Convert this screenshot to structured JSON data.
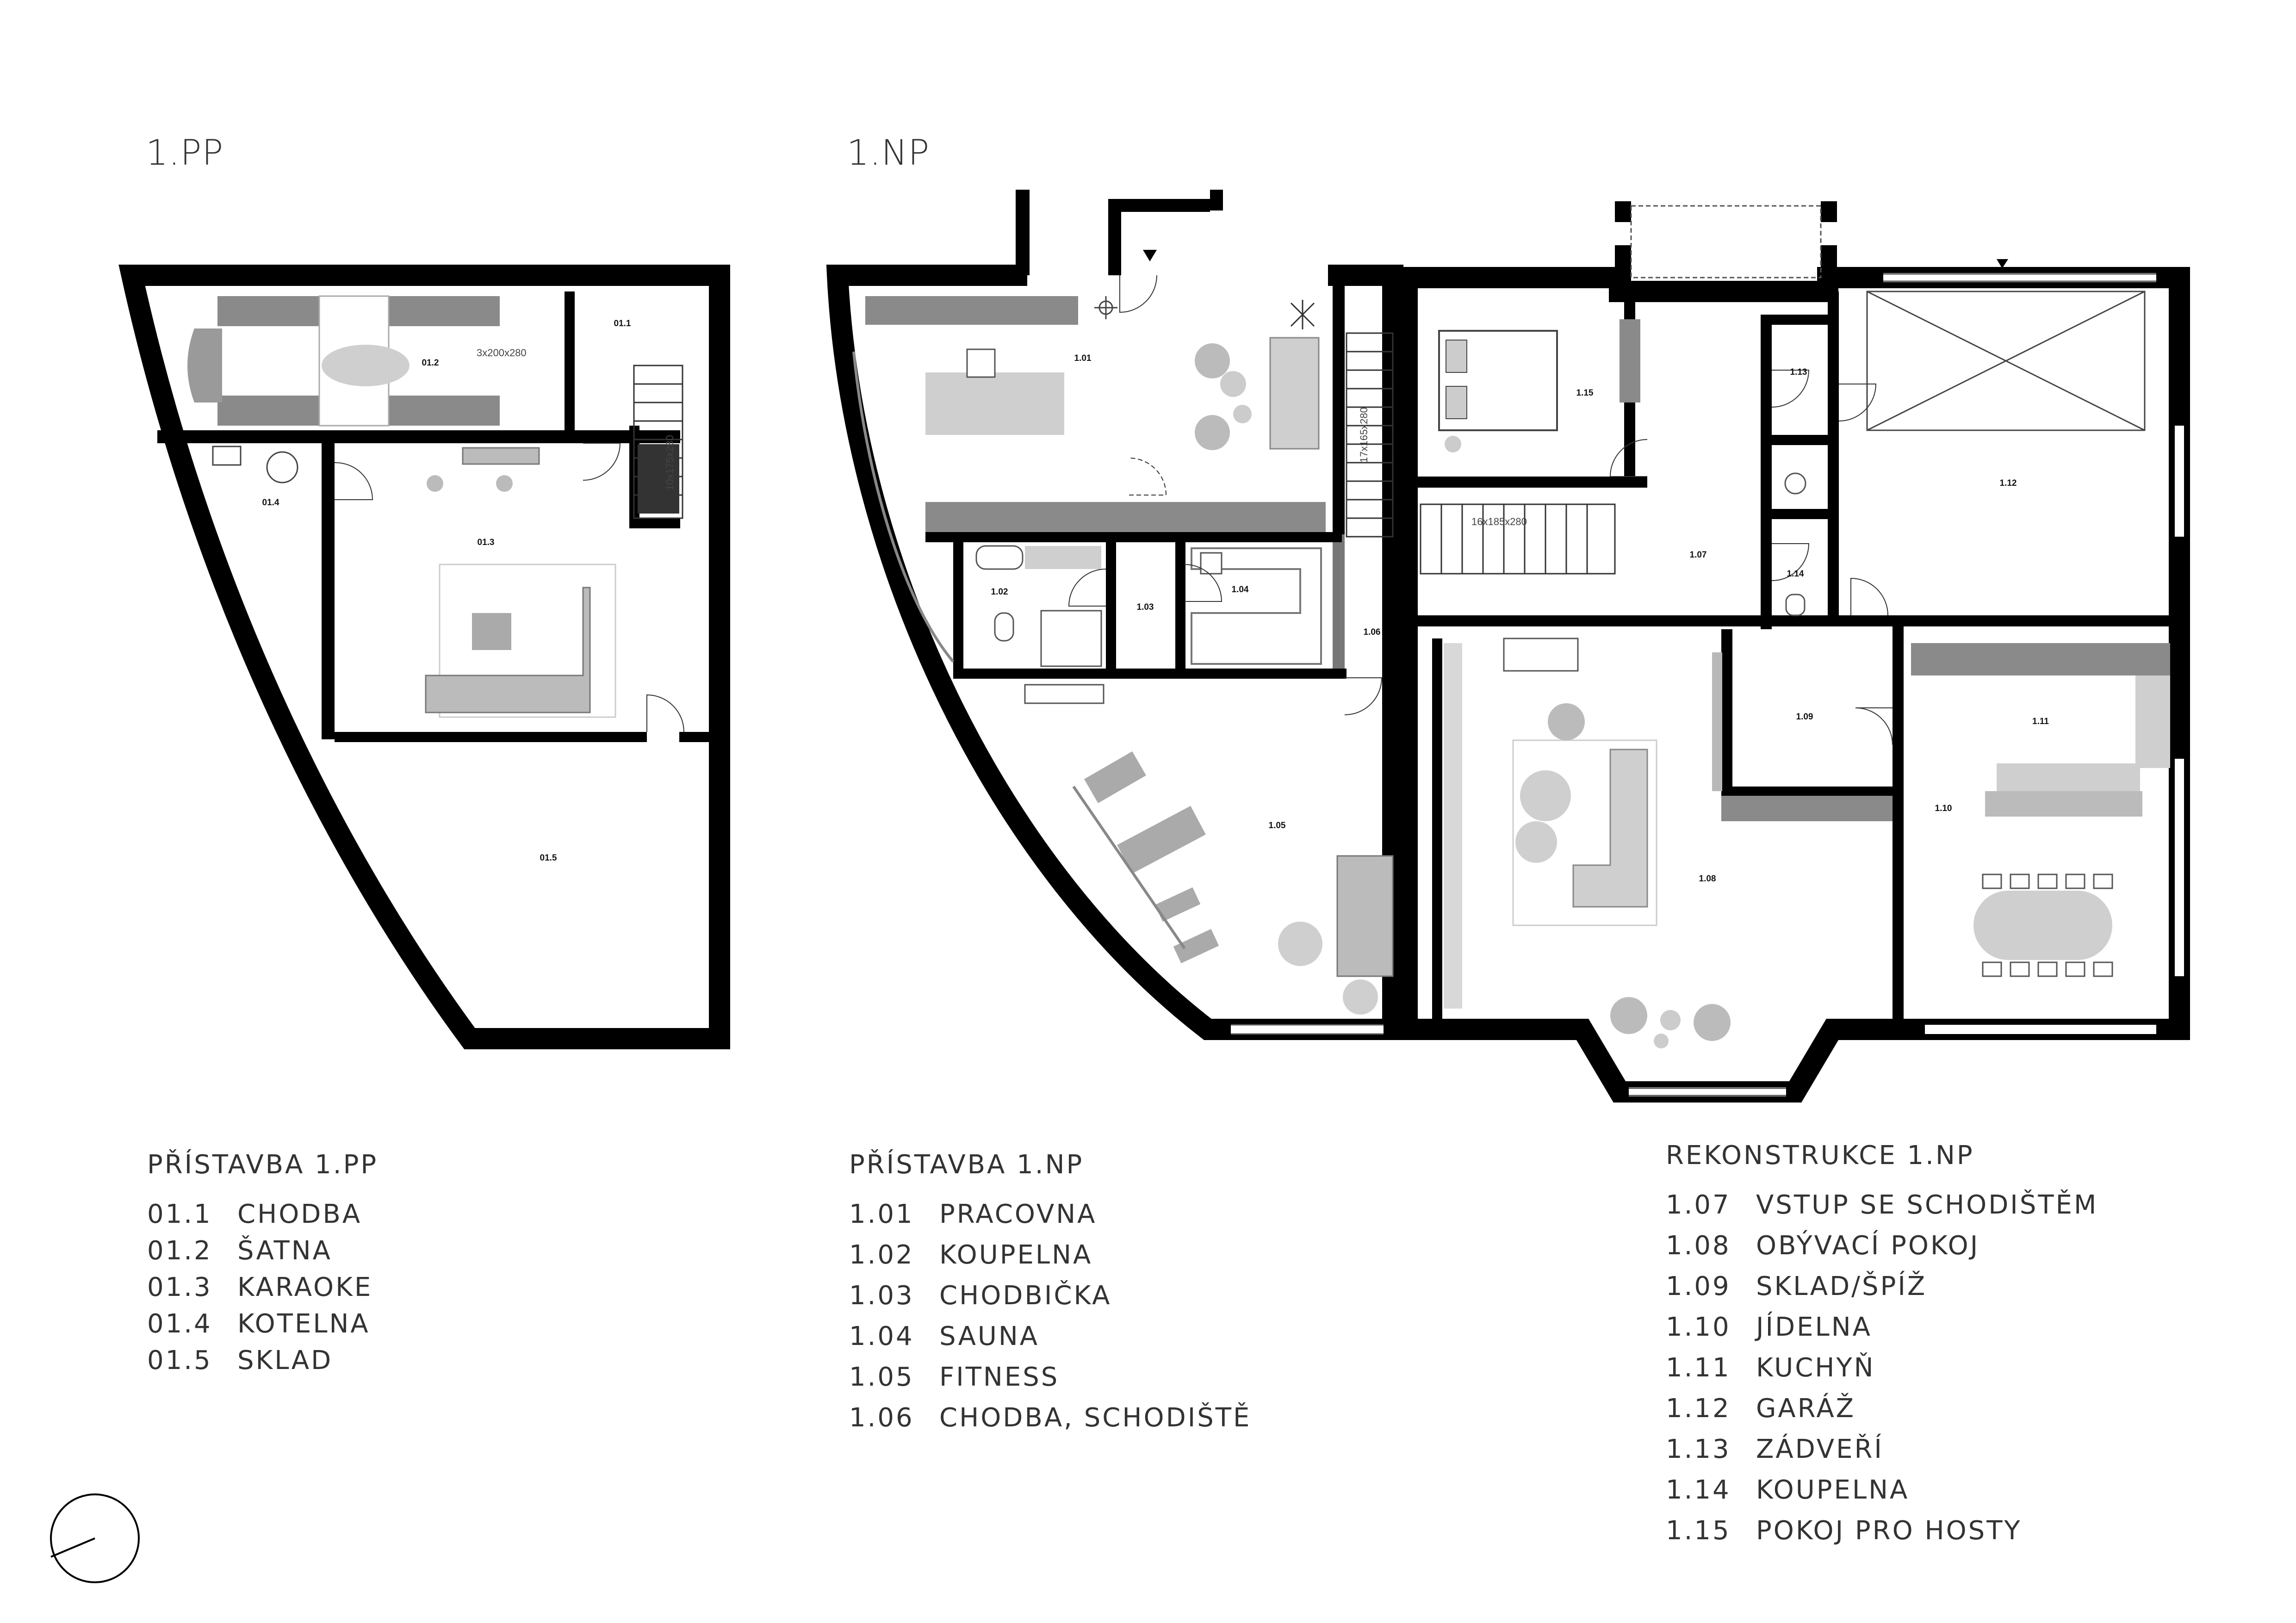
{
  "headings": {
    "basement": "1.PP",
    "ground": "1.NP"
  },
  "legend_pp": {
    "title": "PŘÍSTAVBA 1.PP",
    "rooms": [
      {
        "num": "01.1",
        "name": "CHODBA"
      },
      {
        "num": "01.2",
        "name": "ŠATNA"
      },
      {
        "num": "01.3",
        "name": "KARAOKE"
      },
      {
        "num": "01.4",
        "name": "KOTELNA"
      },
      {
        "num": "01.5",
        "name": "SKLAD"
      }
    ]
  },
  "legend_np": {
    "title": "PŘÍSTAVBA 1.NP",
    "rooms": [
      {
        "num": "1.01",
        "name": "PRACOVNA"
      },
      {
        "num": "1.02",
        "name": "KOUPELNA"
      },
      {
        "num": "1.03",
        "name": "CHODBIČKA"
      },
      {
        "num": "1.04",
        "name": "SAUNA"
      },
      {
        "num": "1.05",
        "name": "FITNESS"
      },
      {
        "num": "1.06",
        "name": "CHODBA, SCHODIŠTĚ"
      }
    ]
  },
  "legend_rek": {
    "title": "REKONSTRUKCE 1.NP",
    "rooms": [
      {
        "num": "1.07",
        "name": "VSTUP SE SCHODIŠTĚM"
      },
      {
        "num": "1.08",
        "name": "OBÝVACÍ POKOJ"
      },
      {
        "num": "1.09",
        "name": "SKLAD/ŠPÍŽ"
      },
      {
        "num": "1.10",
        "name": "JÍDELNA"
      },
      {
        "num": "1.11",
        "name": "KUCHYŇ"
      },
      {
        "num": "1.12",
        "name": "GARÁŽ"
      },
      {
        "num": "1.13",
        "name": "ZÁDVEŘÍ"
      },
      {
        "num": "1.14",
        "name": "KOUPELNA"
      },
      {
        "num": "1.15",
        "name": "POKOJ PRO HOSTY"
      }
    ]
  },
  "plan_labels": {
    "r011": "01.1",
    "r012": "01.2",
    "r013": "01.3",
    "r014": "01.4",
    "r015": "01.5",
    "r101": "1.01",
    "r102": "1.02",
    "r103": "1.03",
    "r104": "1.04",
    "r105": "1.05",
    "r106": "1.06",
    "r107": "1.07",
    "r108": "1.08",
    "r109": "1.09",
    "r110": "1.10",
    "r111": "1.11",
    "r112": "1.12",
    "r113": "1.13",
    "r114": "1.14",
    "r115": "1.15"
  },
  "stair_labels": {
    "pp_wardrobe": "3x200x280",
    "pp_stair": "10x175x280",
    "np_106": "17x165x280",
    "np_107": "16x185x280"
  },
  "icon_names": [
    "north-arrow-icon",
    "entrance-arrow-icon",
    "plant-icon",
    "lamp-icon"
  ],
  "colors": {
    "wall": "#000000",
    "furniture_dark": "#8a8a8a",
    "furniture_mid": "#a8a8a8",
    "furniture_light": "#cfcfcf"
  }
}
